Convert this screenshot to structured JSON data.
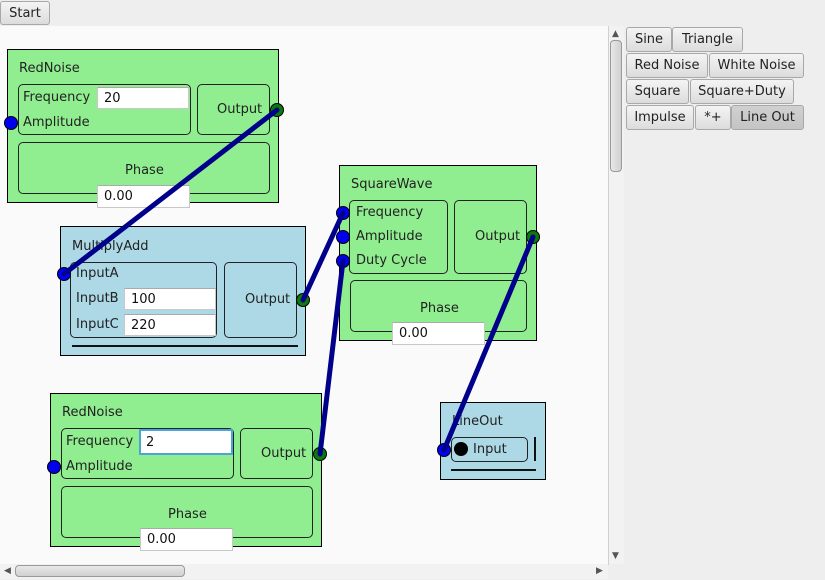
{
  "toolbar": {
    "start_label": "Start"
  },
  "palette": {
    "sine": "Sine",
    "triangle": "Triangle",
    "red_noise": "Red Noise",
    "white_noise": "White Noise",
    "square": "Square",
    "square_duty": "Square+Duty",
    "impulse": "Impulse",
    "mul_add": "*+",
    "line_out": "Line Out"
  },
  "nodes": {
    "rednoise1": {
      "title": "RedNoise",
      "frequency_label": "Frequency",
      "frequency_value": "20",
      "amplitude_label": "Amplitude",
      "output_label": "Output",
      "phase_label": "Phase",
      "phase_value": "0.00"
    },
    "multiplyadd": {
      "title": "MultiplyAdd",
      "inputa_label": "InputA",
      "inputb_label": "InputB",
      "inputb_value": "100",
      "inputc_label": "InputC",
      "inputc_value": "220",
      "output_label": "Output"
    },
    "squarewave": {
      "title": "SquareWave",
      "frequency_label": "Frequency",
      "amplitude_label": "Amplitude",
      "duty_label": "Duty Cycle",
      "output_label": "Output",
      "phase_label": "Phase",
      "phase_value": "0.00"
    },
    "rednoise2": {
      "title": "RedNoise",
      "frequency_label": "Frequency",
      "frequency_value": "2",
      "amplitude_label": "Amplitude",
      "output_label": "Output",
      "phase_label": "Phase",
      "phase_value": "0.00"
    },
    "lineout": {
      "title": "LineOut",
      "input_label": "Input"
    }
  },
  "colors": {
    "generator_node": "#90ee90",
    "utility_node": "#add8e6",
    "wire": "#00008b",
    "input_port": "#0000ee",
    "output_port": "#0a7a0a"
  }
}
